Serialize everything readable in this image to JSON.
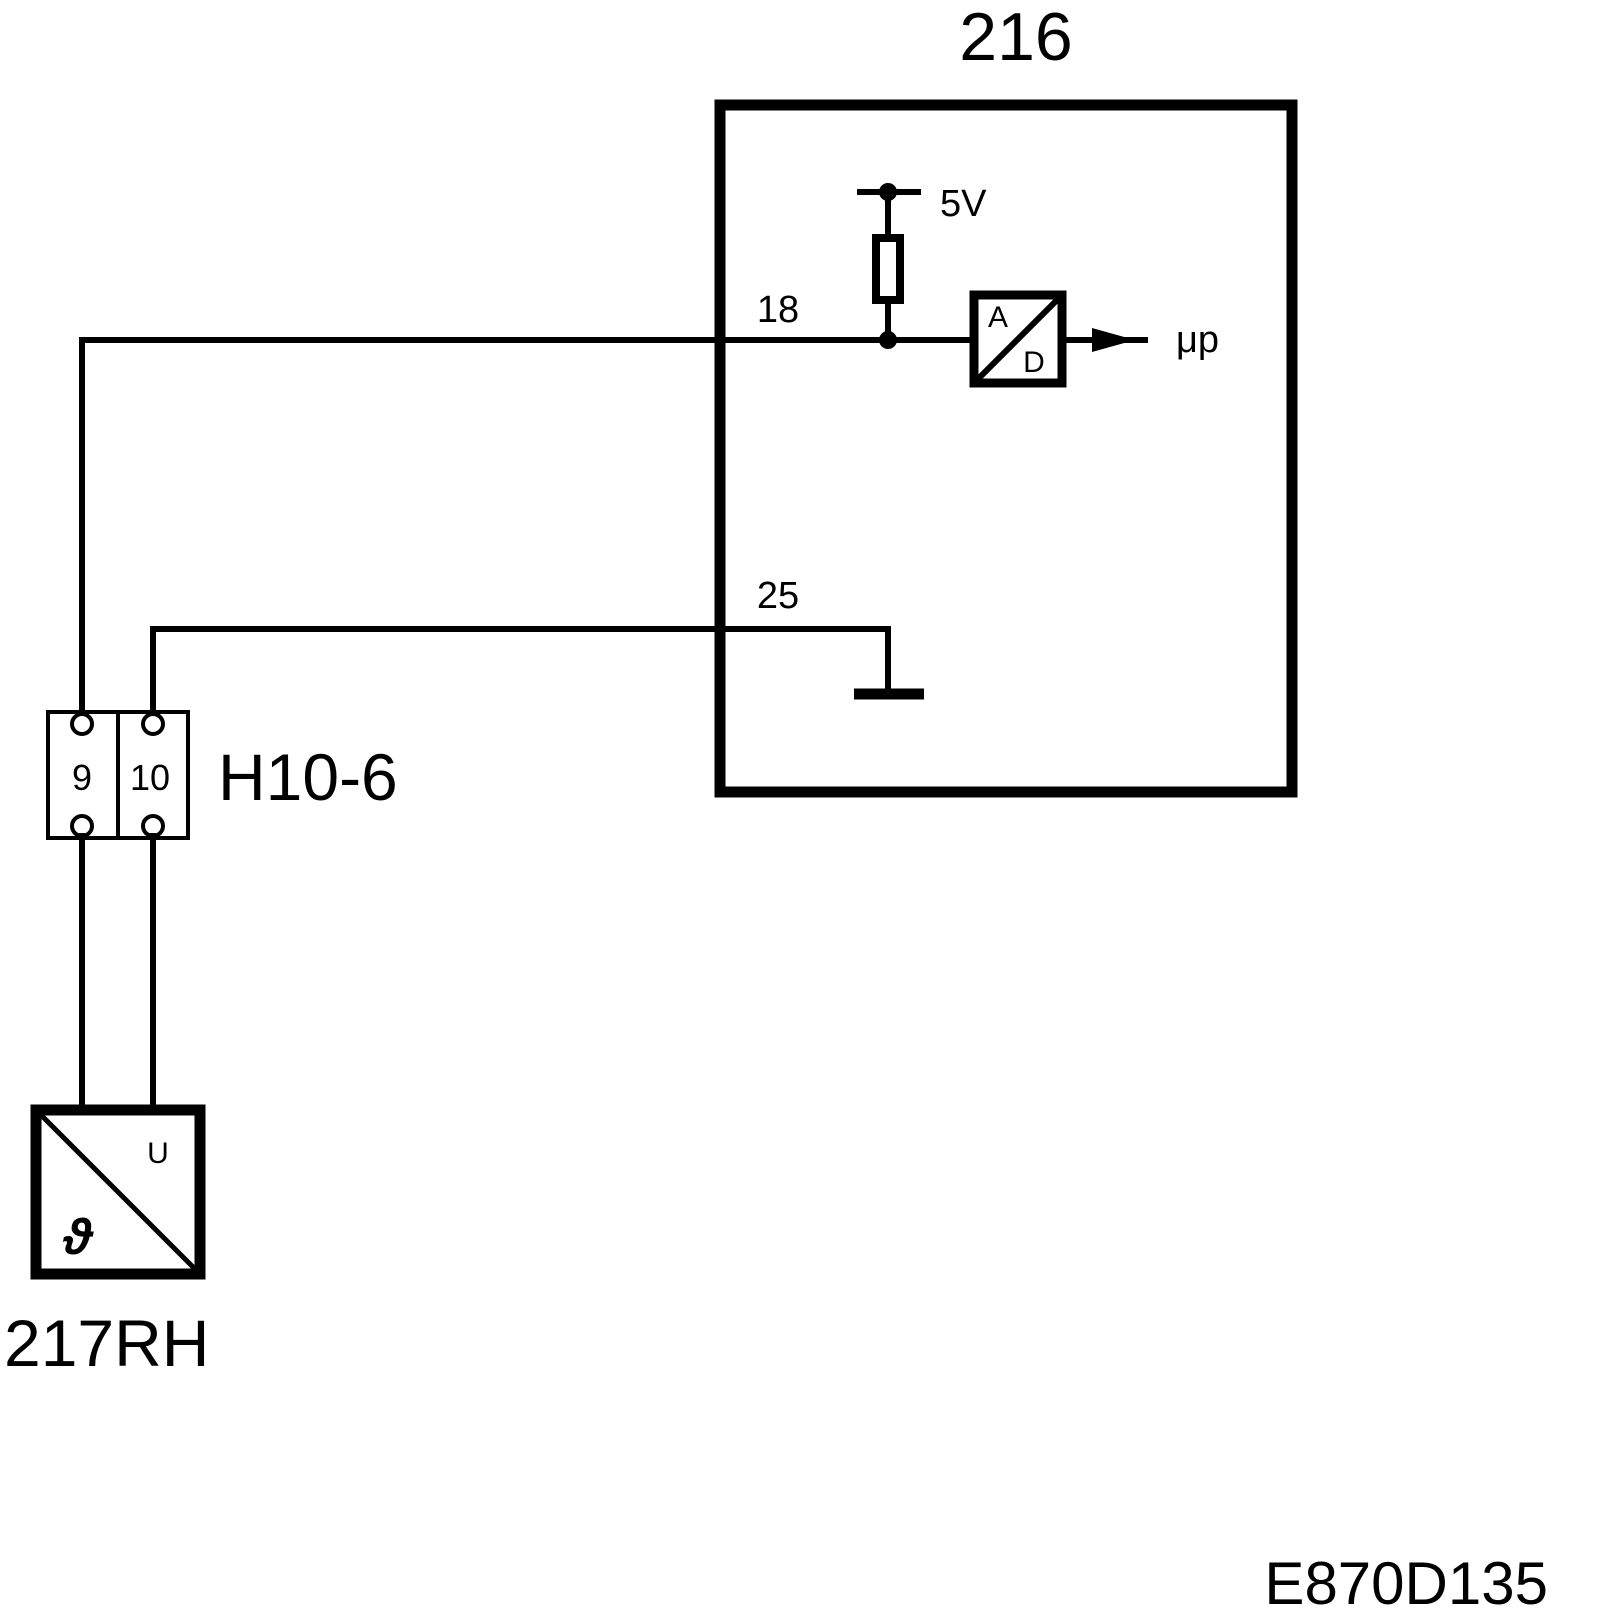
{
  "diagram": {
    "ecu_label": "216",
    "supply_label": "5V",
    "pin_18_label": "18",
    "pin_25_label": "25",
    "adc_a_label": "A",
    "adc_d_label": "D",
    "output_label": "μp",
    "connector_label": "H10-6",
    "connector_pin_left": "9",
    "connector_pin_right": "10",
    "sensor_label": "217RH",
    "sensor_u_label": "U",
    "sensor_theta_label": "ϑ",
    "figure_code": "E870D135"
  }
}
